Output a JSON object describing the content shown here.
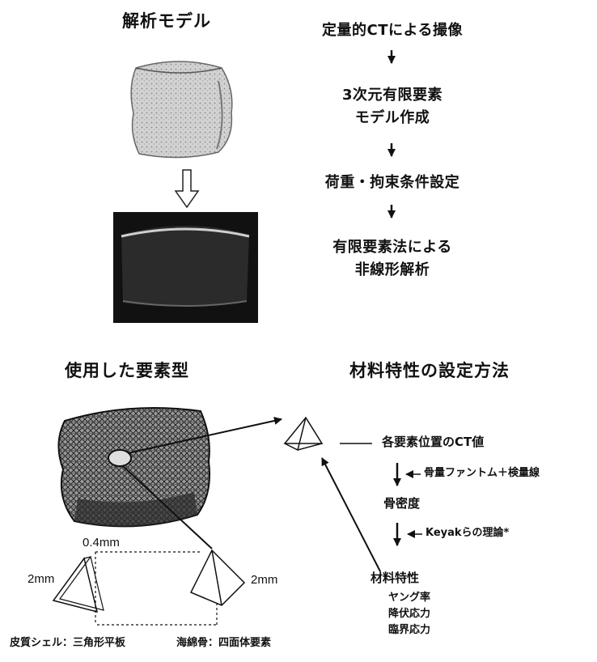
{
  "top": {
    "model_title": "解析モデル",
    "flow_steps": [
      "定量的CTによる撮像",
      "3次元有限要素\nモデル作成",
      "荷重・拘束条件設定",
      "有限要素法による\n非線形解析"
    ]
  },
  "bottom": {
    "element_title": "使用した要素型",
    "material_title": "材料特性の設定方法",
    "ct_value": "各要素位置のCT値",
    "phantom_note": "骨量ファントム＋検量線",
    "bone_density": "骨密度",
    "keyak_note": "Keyakらの理論*",
    "material_props": "材料特性",
    "props": [
      "ヤング率",
      "降伏応力",
      "臨界応力"
    ],
    "dim_thickness": "0.4mm",
    "dim_left": "2mm",
    "dim_right": "2mm",
    "caption_left": "皮質シェル：三角形平板",
    "caption_right": "海綿骨：四面体要素"
  }
}
